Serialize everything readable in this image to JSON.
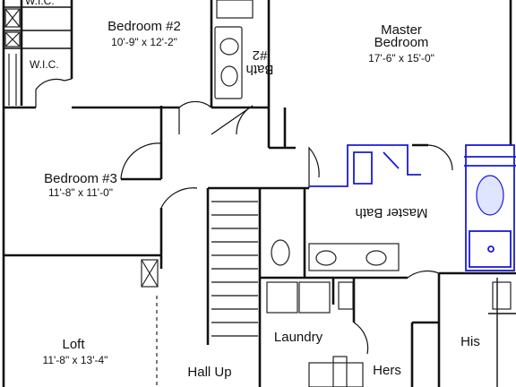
{
  "rooms": {
    "bedroom2": {
      "name": "Bedroom #2",
      "dims": "10'-9\" x 12'-2\""
    },
    "master_bedroom": {
      "name_line1": "Master",
      "name_line2": "Bedroom",
      "dims": "17'-6\" x 15'-0\""
    },
    "bedroom3": {
      "name": "Bedroom #3",
      "dims": "11'-8\" x 11'-0\""
    },
    "loft": {
      "name": "Loft",
      "dims": "11'-8\" x 13'-4\""
    },
    "bath2": {
      "line1": "Bath",
      "line2": "#2"
    },
    "master_bath": {
      "name": "Master Bath"
    },
    "laundry": {
      "name": "Laundry"
    },
    "hall": {
      "name": "Hall Up"
    },
    "hers": {
      "name": "Hers"
    },
    "his": {
      "name": "His"
    },
    "wic_top": {
      "name": "W.I.C."
    },
    "wic": {
      "name": "W.I.C."
    }
  },
  "highlight_color": "#1a1adb",
  "wall_color": "#111111"
}
